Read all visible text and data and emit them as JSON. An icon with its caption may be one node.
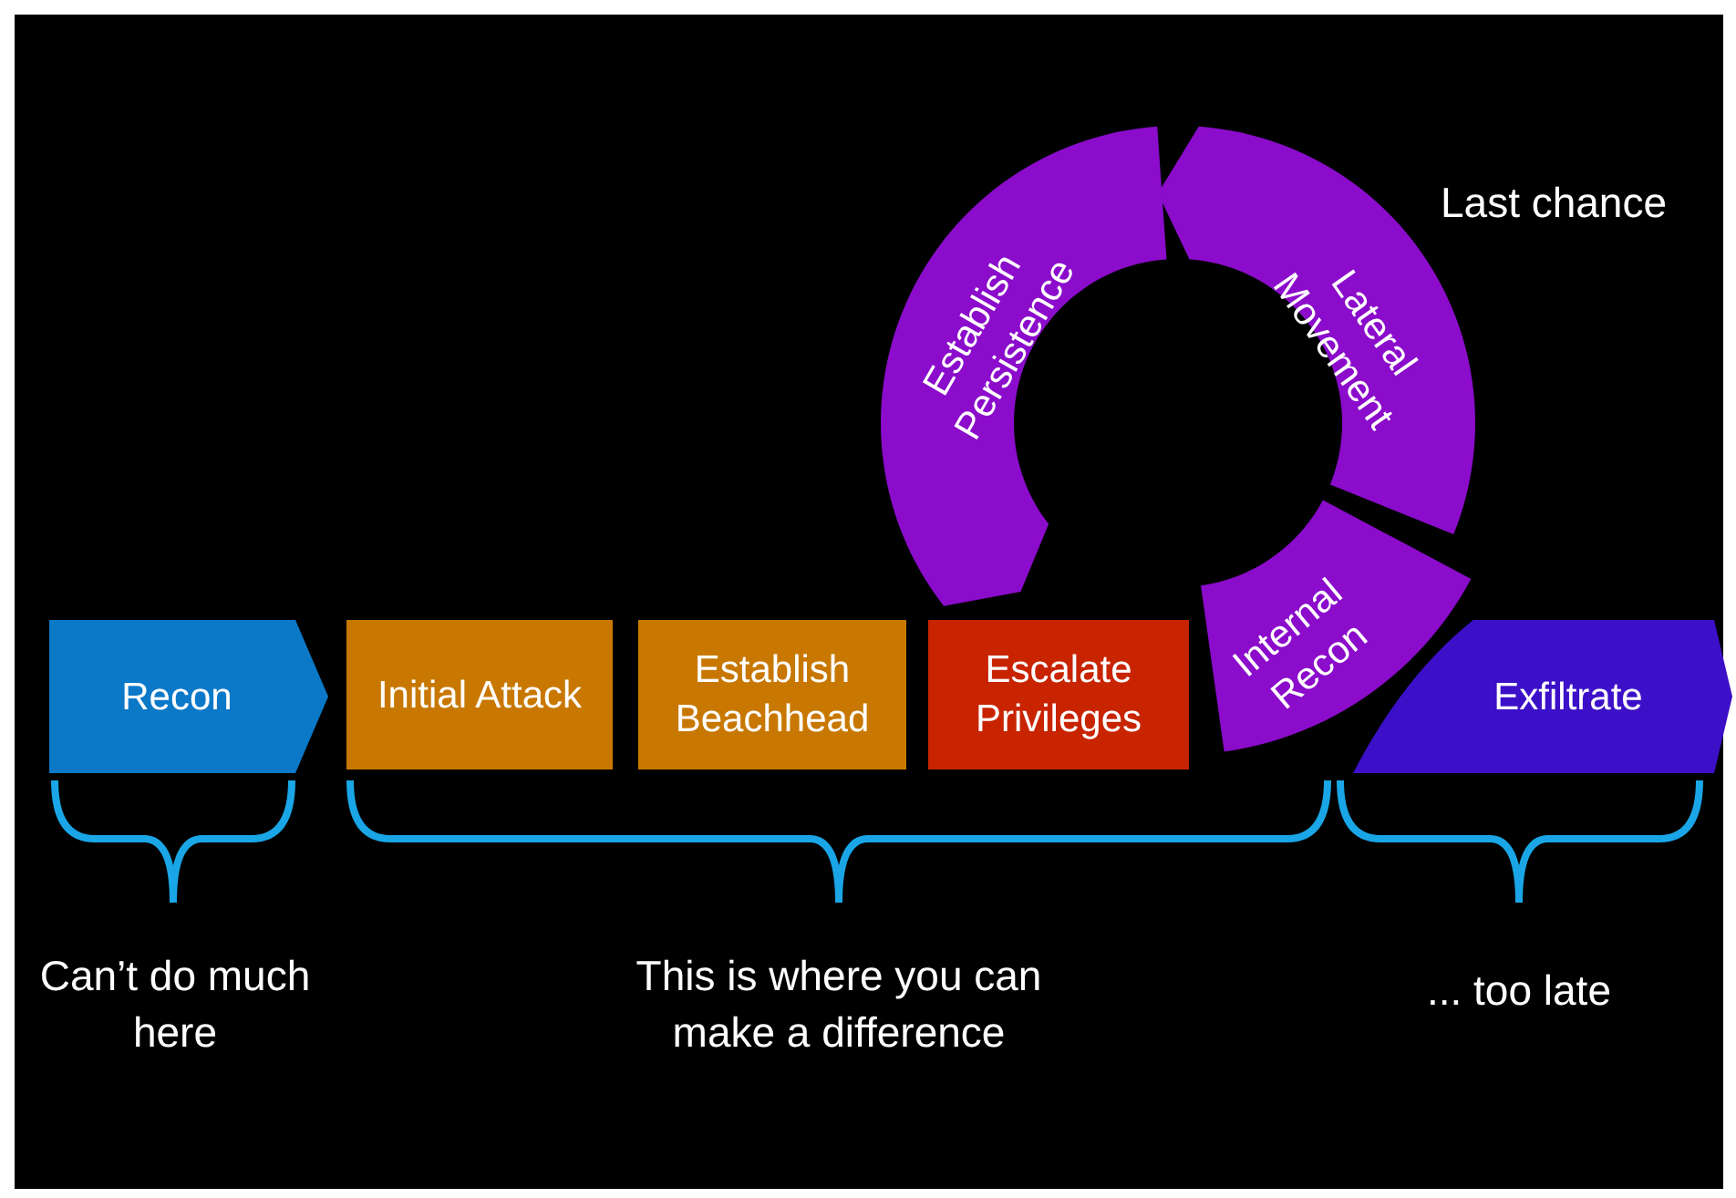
{
  "diagram": {
    "nodes": [
      {
        "text": [
          "Recon"
        ]
      },
      {
        "text": [
          "Initial Attack"
        ]
      },
      {
        "text": [
          "Establish Beachhead"
        ]
      },
      {
        "text": [
          "Escalate Privileges"
        ]
      },
      {
        "text": [
          "Internal Recon"
        ]
      },
      {
        "text": [
          "Lateral Movement"
        ]
      },
      {
        "text": [
          "Establish Persistence"
        ]
      },
      {
        "text": [
          "Exfiltrate"
        ]
      }
    ],
    "labels": [
      "Last chance",
      "Can’t do much here",
      "This is where you can make a difference",
      "... too late"
    ]
  }
}
